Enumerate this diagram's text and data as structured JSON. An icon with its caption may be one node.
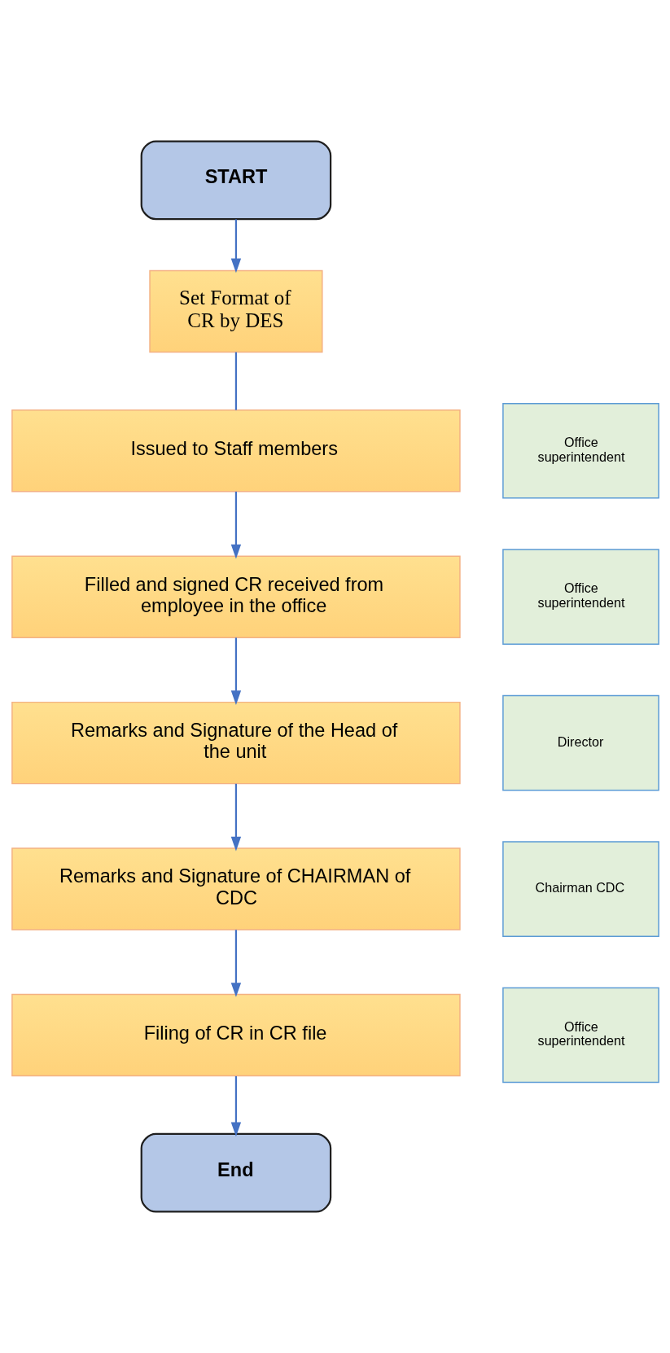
{
  "diagram": {
    "nodes": [
      {
        "text": [
          "START"
        ]
      },
      {
        "text": [
          "Set Format of CR by DES"
        ]
      },
      {
        "text": [
          "Issued to Staff members"
        ]
      },
      {
        "text": [
          "Office superintendent"
        ]
      },
      {
        "text": [
          "Filled and signed CR received from employee in the office"
        ]
      },
      {
        "text": [
          "Office superintendent"
        ]
      },
      {
        "text": [
          "Remarks and Signature of the Head of the unit"
        ]
      },
      {
        "text": [
          "Director"
        ]
      },
      {
        "text": [
          "Remarks and Signature of CHAIRMAN of CDC"
        ]
      },
      {
        "text": [
          "Chairman CDC"
        ]
      },
      {
        "text": [
          "Filing of CR in CR file"
        ]
      },
      {
        "text": [
          "Office superintendent"
        ]
      },
      {
        "text": [
          "End"
        ]
      }
    ],
    "edges": [
      {
        "from": 0,
        "to": 1,
        "arrow": "to"
      },
      {
        "from": 1,
        "to": 2,
        "arrow": "none"
      },
      {
        "from": 2,
        "to": 4,
        "arrow": "to"
      },
      {
        "from": 4,
        "to": 6,
        "arrow": "to"
      },
      {
        "from": 6,
        "to": 8,
        "arrow": "to"
      },
      {
        "from": 8,
        "to": 10,
        "arrow": "to"
      },
      {
        "from": 10,
        "to": 12,
        "arrow": "to"
      }
    ]
  }
}
